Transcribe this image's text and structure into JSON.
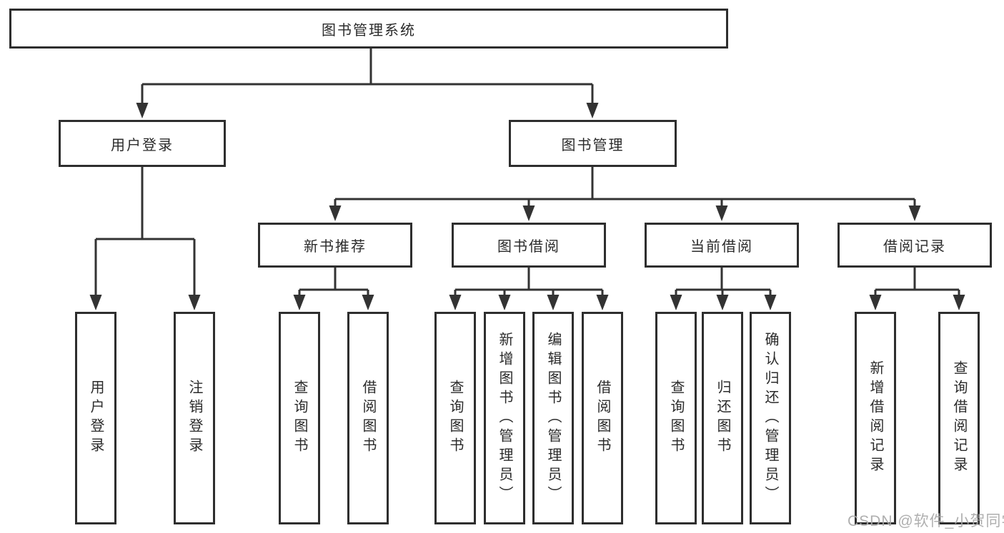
{
  "diagram": {
    "root": {
      "label": "图书管理系统"
    },
    "branches": [
      {
        "label": "用户登录",
        "children": [
          "用户登录",
          "注销登录"
        ]
      },
      {
        "label": "图书管理",
        "children": [
          {
            "label": "新书推荐",
            "leaves": [
              "查询图书",
              "借阅图书"
            ]
          },
          {
            "label": "图书借阅",
            "leaves": [
              "查询图书",
              "新增图书（管理员）",
              "编辑图书（管理员）",
              "借阅图书"
            ]
          },
          {
            "label": "当前借阅",
            "leaves": [
              "查询图书",
              "归还图书",
              "确认归还（管理员）"
            ]
          },
          {
            "label": "借阅记录",
            "leaves": [
              "新增借阅记录",
              "查询借阅记录"
            ]
          }
        ]
      }
    ],
    "line_color": "#333333",
    "border_color": "#2e2e2e"
  },
  "watermark": {
    "text": "CSDN @软件_小贺同学"
  }
}
